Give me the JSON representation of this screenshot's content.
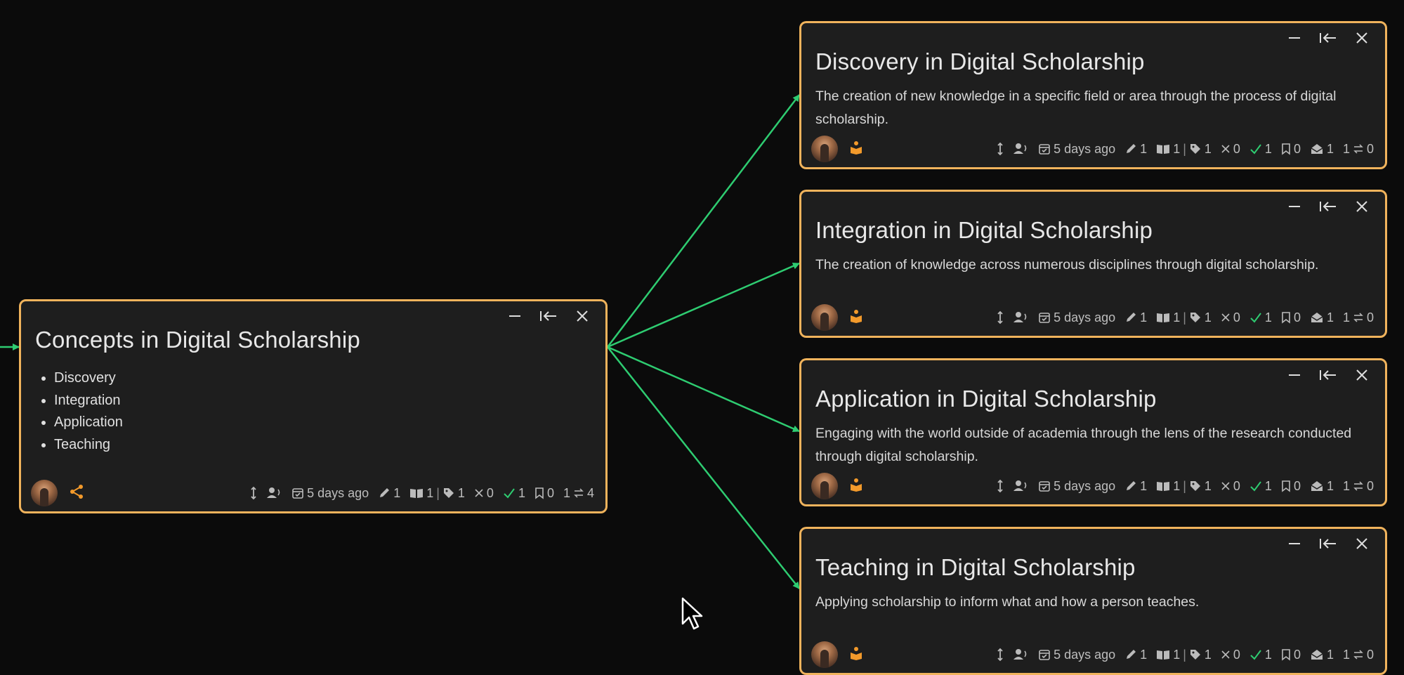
{
  "colors": {
    "card_border": "#f0b35c",
    "link": "#2ecc71",
    "card_bg": "#1e1e1e",
    "accent": "#f39a2b",
    "check": "#2ecc71"
  },
  "root": {
    "title": "Concepts in Digital Scholarship",
    "bullets": [
      "Discovery",
      "Integration",
      "Application",
      "Teaching"
    ],
    "footer": {
      "time": "5 days ago",
      "edits": "1",
      "sources": "1",
      "tags": "1",
      "rejected": "0",
      "accepted": "1",
      "bookmarks": "0",
      "links": "1",
      "links_out": "4"
    }
  },
  "children": [
    {
      "title": "Discovery in Digital Scholarship",
      "description": "The creation of new knowledge in a specific field or area through the process of digital scholarship.",
      "footer": {
        "time": "5 days ago",
        "edits": "1",
        "sources": "1",
        "tags": "1",
        "rejected": "0",
        "accepted": "1",
        "bookmarks": "0",
        "inbox": "1",
        "links": "1",
        "links_out": "0"
      }
    },
    {
      "title": "Integration in Digital Scholarship",
      "description": "The creation of knowledge across numerous disciplines through digital scholarship.",
      "footer": {
        "time": "5 days ago",
        "edits": "1",
        "sources": "1",
        "tags": "1",
        "rejected": "0",
        "accepted": "1",
        "bookmarks": "0",
        "inbox": "1",
        "links": "1",
        "links_out": "0"
      }
    },
    {
      "title": "Application in Digital Scholarship",
      "description": "Engaging with the world outside of academia through the lens of the research conducted through digital scholarship.",
      "footer": {
        "time": "5 days ago",
        "edits": "1",
        "sources": "1",
        "tags": "1",
        "rejected": "0",
        "accepted": "1",
        "bookmarks": "0",
        "inbox": "1",
        "links": "1",
        "links_out": "0"
      }
    },
    {
      "title": "Teaching in Digital Scholarship",
      "description": "Applying scholarship to inform what and how a person teaches.",
      "footer": {
        "time": "5 days ago",
        "edits": "1",
        "sources": "1",
        "tags": "1",
        "rejected": "0",
        "accepted": "1",
        "bookmarks": "0",
        "inbox": "1",
        "links": "1",
        "links_out": "0"
      }
    }
  ]
}
